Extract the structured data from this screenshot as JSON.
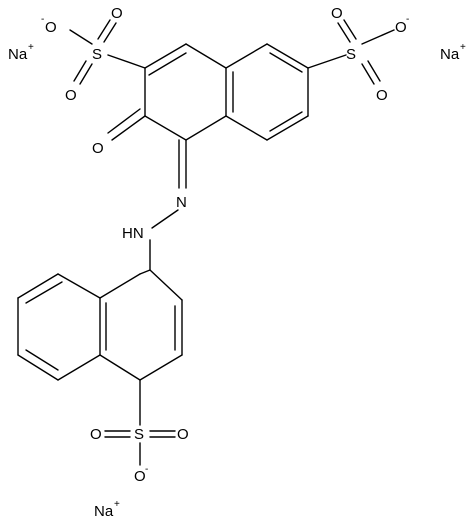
{
  "structure": {
    "labels": {
      "sulfonate_top_left": {
        "charge": "-",
        "oxygen_1": "O",
        "sulfur": "S",
        "oxygen_2": "O",
        "oxygen_3": "O"
      },
      "sulfonate_top_right": {
        "charge": "-",
        "oxygen_1": "O",
        "sulfur": "S",
        "oxygen_2": "O",
        "oxygen_3": "O"
      },
      "sulfonate_bottom": {
        "charge": "-",
        "oxygen_1": "O",
        "sulfur": "S",
        "oxygen_2": "O",
        "oxygen_3": "O"
      },
      "ketone_oxygen": "O",
      "azo_nitrogen": "N",
      "hydrazo_nh": "HN",
      "sodium_left": {
        "symbol": "Na",
        "charge": "+"
      },
      "sodium_right": {
        "symbol": "Na",
        "charge": "+"
      },
      "sodium_bottom": {
        "symbol": "Na",
        "charge": "+"
      }
    }
  }
}
